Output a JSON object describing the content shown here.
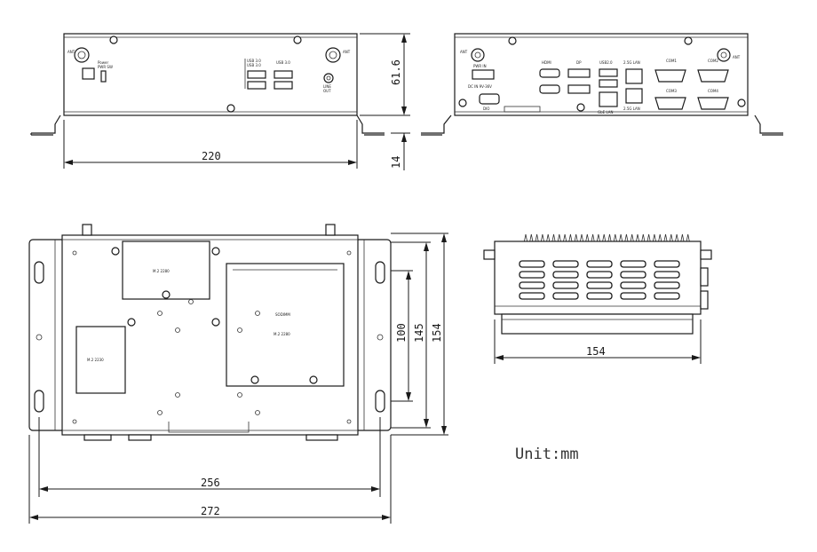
{
  "unit_label": "Unit:mm",
  "dimensions": {
    "front_width": "220",
    "front_height": "61.6",
    "front_foot": "14",
    "bottom_inner_width": "256",
    "bottom_outer_width": "272",
    "bottom_inner_height": "100",
    "bottom_mid_height": "145",
    "bottom_outer_height": "154",
    "side_depth": "154"
  },
  "front_panel": {
    "ant_left": "ANT",
    "ant_right": "ANT",
    "power_label": "Power",
    "power_sw_label": "PWR SW",
    "usb_a_top": "USB 3.0",
    "usb_a_bot": "USB 3.0",
    "usb_b": "USB 3.0",
    "line_out": "LINE",
    "line_out2": "OUT"
  },
  "rear_panel": {
    "ant_left": "ANT",
    "ant_right": "ANT",
    "power_in": "PWR IN",
    "dc_in": "DC IN 9V-36V",
    "dio": "DIO",
    "hdmi": "HDMI",
    "dp": "DP",
    "usb": "USB2.0",
    "lan1": "2.5G LAN",
    "lan2": "2.5G LAN",
    "lan3": "GbE LAN",
    "com1": "COM1",
    "com2": "COM2",
    "com3": "COM3",
    "com4": "COM4"
  },
  "bottom_view": {
    "slot1": "M.2 2280",
    "slot2": "SODIMM",
    "slot3": "M.2 2280",
    "slot4": "M.2 2230"
  }
}
